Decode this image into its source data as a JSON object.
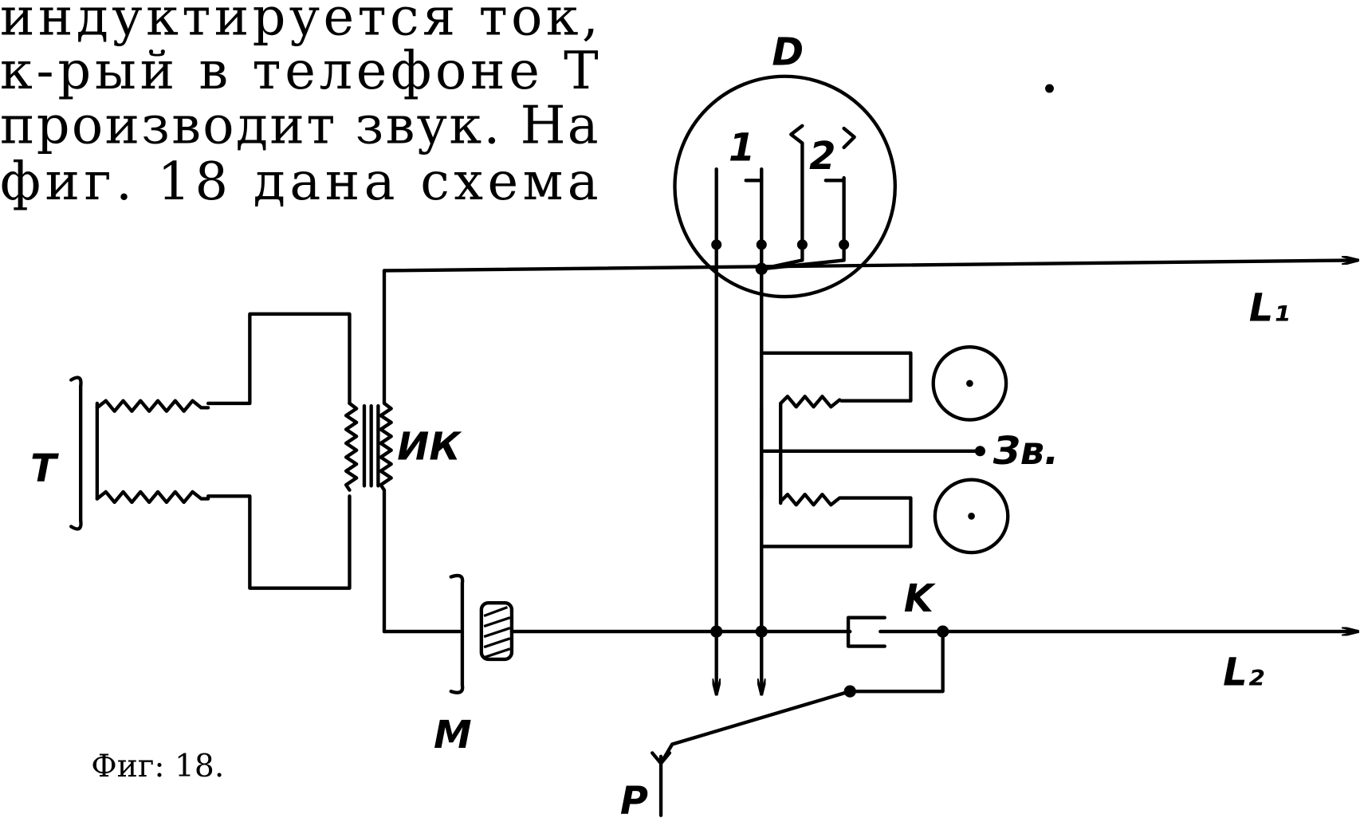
{
  "text_lines": [
    "индуктируется  ток,",
    "к-рый  в  телефоне  T",
    "производит звук. На",
    "фиг.  18  дана  схема"
  ],
  "figure": {
    "caption": "Фиг: 18.",
    "labels": {
      "D": "D",
      "contact_1": "1",
      "contact_2": "2",
      "L1": "L₁",
      "L2": "L₂",
      "induction_coil": "ИК",
      "telephone": "T",
      "bell": "Зв.",
      "key": "K",
      "microphone": "M",
      "lever": "P"
    }
  }
}
